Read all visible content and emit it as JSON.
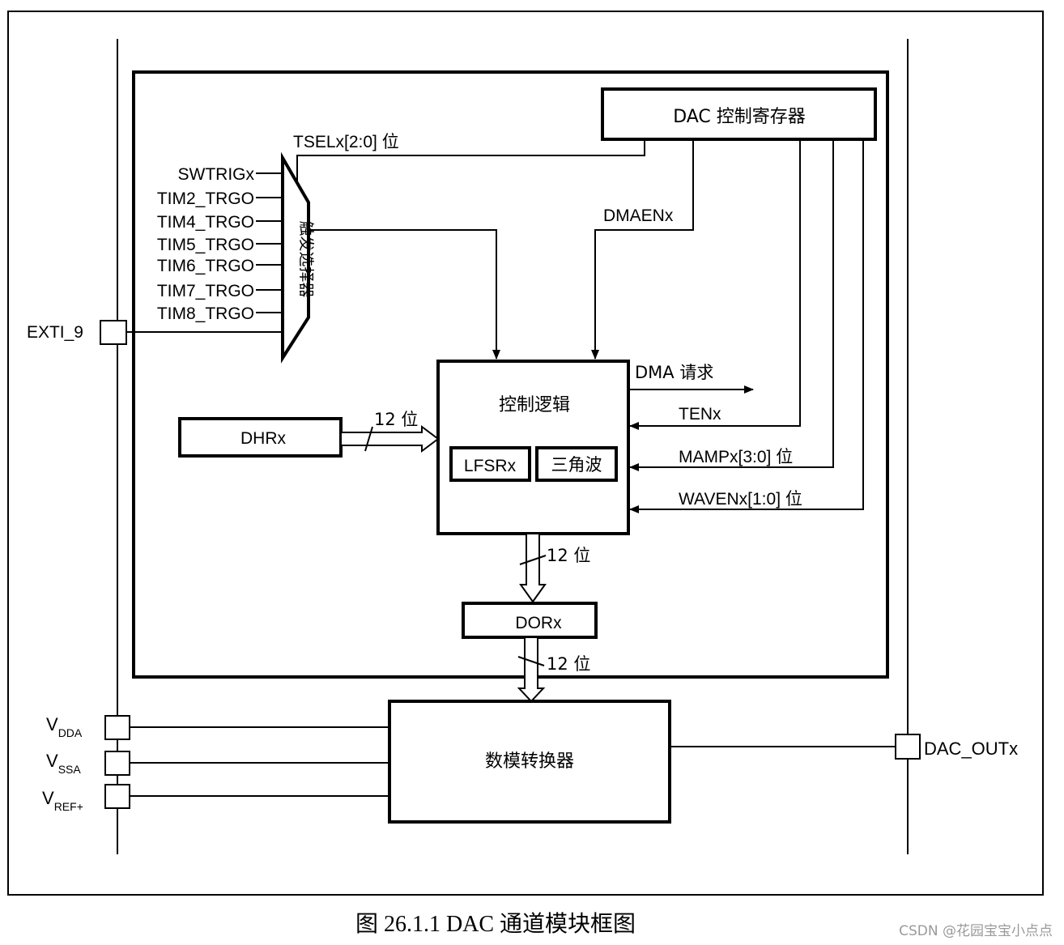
{
  "diagram": {
    "inputs": {
      "swtrig": "SWTRIGx",
      "tim2": "TIM2_TRGO",
      "tim4": "TIM4_TRGO",
      "tim5": "TIM5_TRGO",
      "tim6": "TIM6_TRGO",
      "tim7": "TIM7_TRGO",
      "tim8": "TIM8_TRGO",
      "exti": "EXTI_9"
    },
    "blocks": {
      "dac_ctrl_reg": "DAC 控制寄存器",
      "trigger_selector": "触发选择器",
      "control_logic": "控制逻辑",
      "lfsr": "LFSRx",
      "triangle": "三角波",
      "dhr": "DHRx",
      "dor": "DORx",
      "converter": "数模转换器"
    },
    "signals": {
      "tsel": "TSELx[2:0] 位",
      "dmaen": "DMAENx",
      "dma_request": "DMA 请求",
      "ten": "TENx",
      "mamp": "MAMPx[3:0] 位",
      "waven": "WAVENx[1:0] 位",
      "bus_dhr": "12 位",
      "bus_logic": "12 位",
      "bus_dor": "12 位"
    },
    "pins": {
      "vdda_main": "V",
      "vdda_sub": "DDA",
      "vssa_main": "V",
      "vssa_sub": "SSA",
      "vref_main": "V",
      "vref_sub": "REF+",
      "dac_out": "DAC_OUTx"
    }
  },
  "caption": "图 26.1.1 DAC 通道模块框图",
  "watermark": "CSDN @花园宝宝小点点"
}
